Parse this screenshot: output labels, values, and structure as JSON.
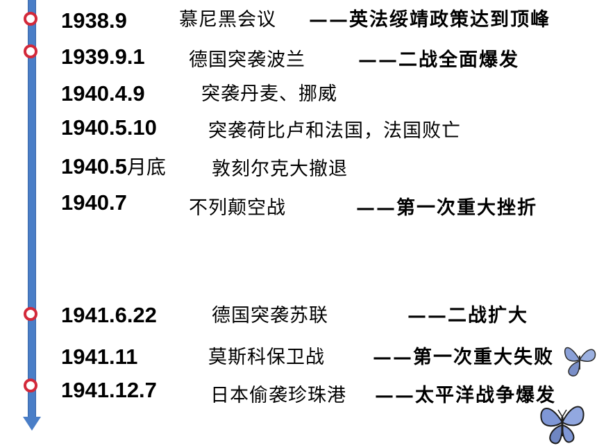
{
  "timeline": {
    "rows": [
      {
        "date": "1938.9",
        "date_suffix": "",
        "event": "慕尼黑会议",
        "note": "——英法绥靖政策达到顶峰",
        "marker": true
      },
      {
        "date": "1939.9.1",
        "date_suffix": "",
        "event": "德国突袭波兰",
        "note": "——二战全面爆发",
        "marker": true
      },
      {
        "date": "1940.4.9",
        "date_suffix": "",
        "event": "突袭丹麦、挪威",
        "note": "",
        "marker": false
      },
      {
        "date": "1940.5.10",
        "date_suffix": "",
        "event": "突袭荷比卢和法国，法国败亡",
        "note": "",
        "marker": false
      },
      {
        "date": "1940.5",
        "date_suffix": "月底",
        "event": "敦刻尔克大撤退",
        "note": "",
        "marker": false
      },
      {
        "date": "1940.7",
        "date_suffix": "",
        "event": "不列颠空战",
        "note": "——第一次重大挫折",
        "marker": false
      },
      {
        "date": "1941.6.22",
        "date_suffix": "",
        "event": "德国突袭苏联",
        "note": "——二战扩大",
        "marker": true
      },
      {
        "date": "1941.11",
        "date_suffix": "",
        "event": "莫斯科保卫战",
        "note": "——第一次重大失败",
        "marker": false
      },
      {
        "date": "1941.12.7",
        "date_suffix": "",
        "event": "日本偷袭珍珠港",
        "note": "——太平洋战争爆发",
        "marker": true
      }
    ]
  },
  "decor": {
    "axis_color": "#4a7ec7",
    "marker_color": "#d3293a",
    "icons": [
      "butterfly-icon",
      "butterfly-icon"
    ]
  }
}
